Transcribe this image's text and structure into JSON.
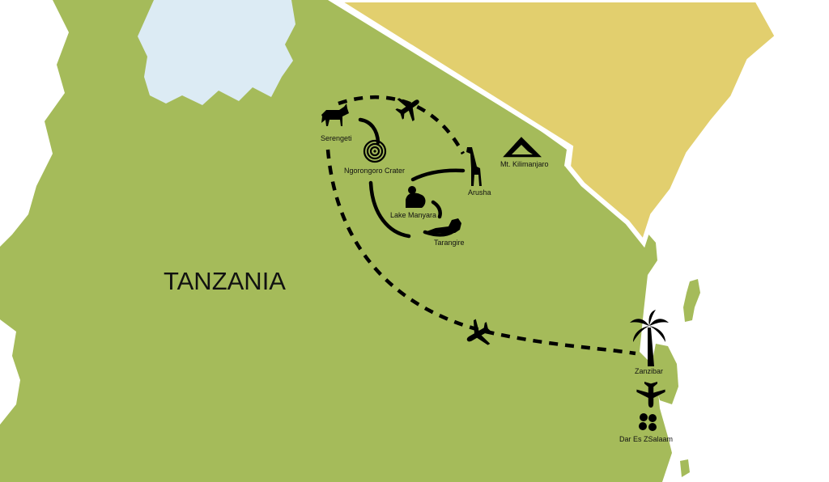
{
  "map": {
    "country_label": "TANZANIA",
    "colors": {
      "tanzania": "#a5bb5a",
      "kenya": "#e2cf6e",
      "lake": "#dcebf4",
      "background": "#ffffff",
      "border": "#ffffff",
      "route": "#000000"
    },
    "places": [
      {
        "id": "serengeti",
        "label": "Serengeti",
        "icon": "wildebeest-icon"
      },
      {
        "id": "ngorongoro",
        "label": "Ngorongoro Crater",
        "icon": "crater-icon"
      },
      {
        "id": "arusha",
        "label": "Arusha",
        "icon": "giraffe-icon"
      },
      {
        "id": "kilimanjaro",
        "label": "Mt. Kilimanjaro",
        "icon": "mountain-icon"
      },
      {
        "id": "manyara",
        "label": "Lake Manyara",
        "icon": "monkey-icon"
      },
      {
        "id": "tarangire",
        "label": "Tarangire",
        "icon": "lion-icon"
      },
      {
        "id": "zanzibar",
        "label": "Zanzibar",
        "icon": "palm-tree-icon"
      },
      {
        "id": "dar",
        "label": "Dar Es ZSalaam",
        "icon": "flower-icon"
      }
    ],
    "route_styles": {
      "flight": "dashed",
      "road": "solid"
    },
    "airplane_icons": [
      "airplane-icon",
      "airplane-icon",
      "airplane-icon"
    ]
  }
}
